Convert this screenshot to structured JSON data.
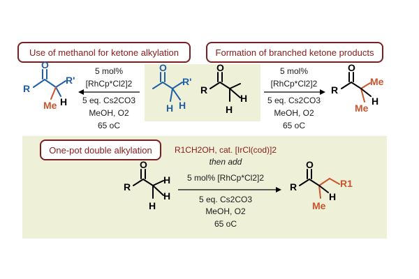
{
  "colors": {
    "panel_bg": "#eef0d8",
    "title_border": "#7a1f1f",
    "title_text": "#8a1a1a",
    "blue": "#1f5fa6",
    "red": "#c8552d",
    "black": "#000000"
  },
  "titles": {
    "left": "Use of methanol for ketone alkylation",
    "right": "Formation of branched ketone products",
    "bottom": "One-pot double alkylation"
  },
  "left_reaction": {
    "line1": "5 mol%",
    "line2": "[RhCp*Cl2]2",
    "line3": "5 eq. Cs2CO3",
    "line4": "MeOH, O2",
    "line5": "65 oC"
  },
  "right_reaction": {
    "line1": "5 mol%",
    "line2": "[RhCp*Cl2]2",
    "line3": "5 eq. Cs2CO3",
    "line4": "MeOH, O2",
    "line5": "65 oC"
  },
  "bottom_reaction": {
    "line1": "R1CH2OH, cat. [IrCl(cod)]2",
    "line2": "then add",
    "line3": "5 mol% [RhCp*Cl2]2",
    "line4": "5 eq. Cs2CO3",
    "line5": "MeOH, O2",
    "line6": "65 oC"
  },
  "atoms": {
    "O": "O",
    "R": "R",
    "R_prime": "R'",
    "H": "H",
    "Me": "Me",
    "R1": "R1"
  }
}
